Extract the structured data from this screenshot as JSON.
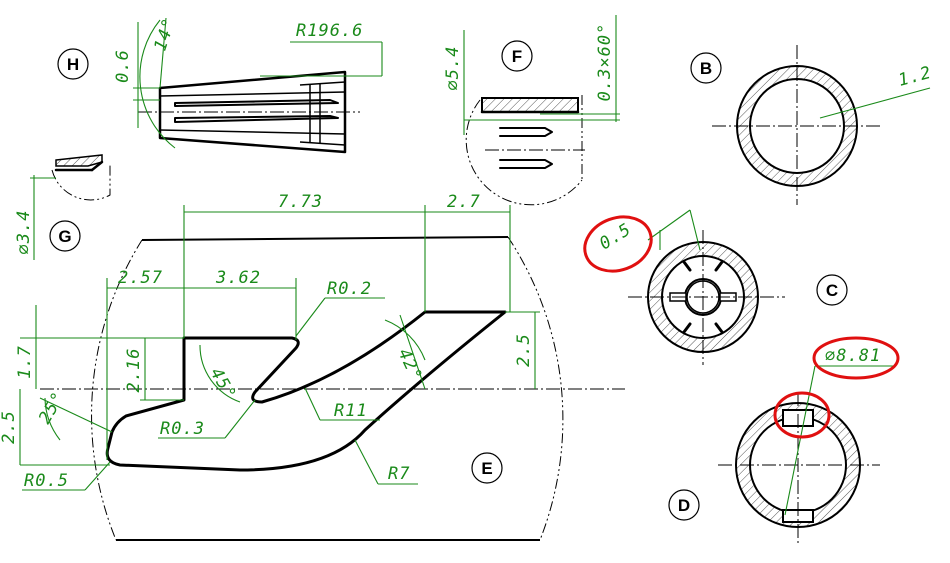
{
  "views": {
    "H": "H",
    "F": "F",
    "B": "B",
    "G": "G",
    "C": "C",
    "D": "D",
    "E": "E"
  },
  "dimensions": {
    "h_angle": "14°",
    "h_width": "0.6",
    "h_radius": "R196.6",
    "f_dia": "∅5.4",
    "f_chamfer": "0.3×60°",
    "b_wall": "1.2",
    "g_dia": "∅3.4",
    "c_slot": "0.5",
    "d_dia": "∅8.81",
    "e_top_span": "7.73",
    "e_top_right": "2.7",
    "e_left_offset": "2.57",
    "e_slot_width": "3.62",
    "e_corner_r": "R0.2",
    "e_left_height": "1.7",
    "e_inner_height": "2.16",
    "e_angle_45": "45°",
    "e_angle_42": "42°",
    "e_right_height": "2.5",
    "e_lower_height": "2.5",
    "e_angle_25": "25°",
    "e_r03": "R0.3",
    "e_r11": "R11",
    "e_r05": "R0.5",
    "e_r7": "R7"
  },
  "colors": {
    "dimension": "#1a8a1a",
    "highlight": "#e01010",
    "outline": "#000000"
  }
}
